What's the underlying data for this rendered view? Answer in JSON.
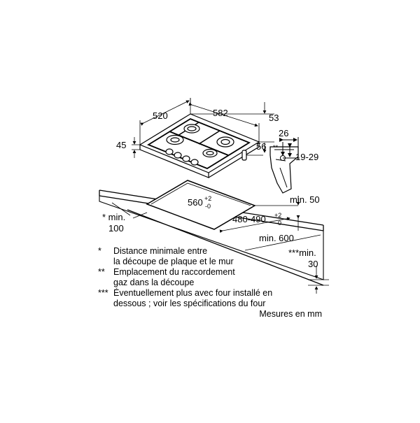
{
  "dimensions": {
    "depth": "520",
    "width": "582",
    "rear_offset": "53",
    "height": "45",
    "side_offset": "56",
    "gas_offset": "26",
    "gas_mark": "**",
    "gas_range": "19-29",
    "cutout_width": "560",
    "cutout_width_tol_upper": "+2",
    "cutout_width_tol_lower": "-0",
    "cutout_depth": "480-490",
    "cutout_depth_tol_upper": "+2",
    "cutout_depth_tol_lower": "-0",
    "min_front": "min. 50",
    "min_side_mark": "* min.",
    "min_side_value": "100",
    "min_rear": "min. 600",
    "min_bottom_mark": "***min.",
    "min_bottom_value": "30"
  },
  "notes": [
    {
      "mark": "*",
      "text": "Distance minimale entre\nla découpe de plaque et le mur"
    },
    {
      "mark": "**",
      "text": "Emplacement du raccordement\ngaz dans la découpe"
    },
    {
      "mark": "***",
      "text": "Éventuellement plus avec four installé en\ndessous ; voir les spécifications du four"
    }
  ],
  "units_label": "Mesures en mm",
  "colors": {
    "line": "#000000",
    "background": "#ffffff"
  }
}
